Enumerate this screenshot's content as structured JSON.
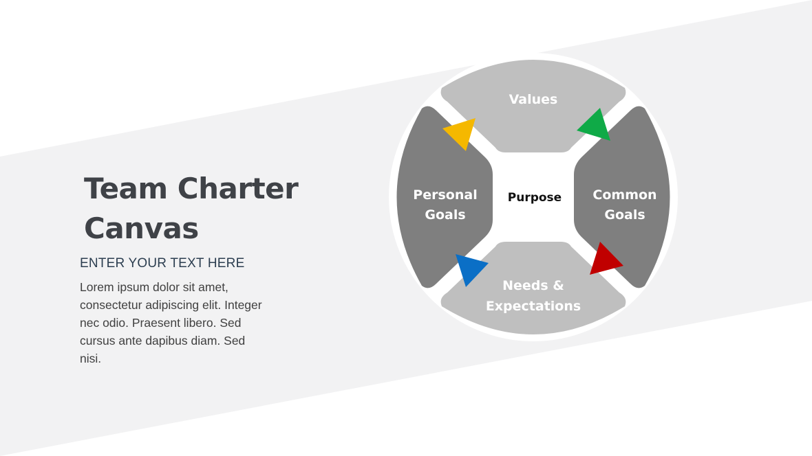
{
  "slide": {
    "title_line1": "Team Charter",
    "title_line2": "Canvas",
    "subtitle": "ENTER YOUR TEXT HERE",
    "body": "Lorem ipsum dolor sit amet, consectetur adipiscing elit. Integer nec odio. Praesent libero. Sed cursus ante dapibus diam. Sed nisi."
  },
  "diagram": {
    "center": {
      "label": "Purpose"
    },
    "segments": {
      "top": {
        "label": "Values"
      },
      "left": {
        "line1": "Personal",
        "line2": "Goals"
      },
      "right": {
        "line1": "Common",
        "line2": "Goals"
      },
      "bottom": {
        "line1": "Needs &",
        "line2": "Expectations"
      }
    },
    "arrows": {
      "top_left": {
        "color": "#F5B800"
      },
      "top_right": {
        "color": "#0FAA47"
      },
      "bottom_left": {
        "color": "#0B6FC6"
      },
      "bottom_right": {
        "color": "#C00000"
      }
    },
    "colors": {
      "light_segment": "#BFBFBF",
      "dark_segment": "#7F7F7F"
    }
  }
}
